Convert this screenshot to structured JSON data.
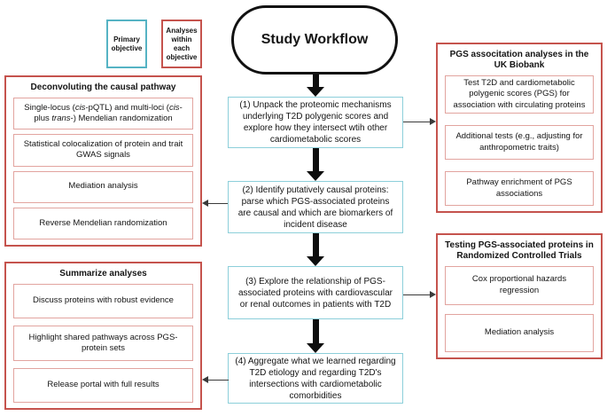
{
  "workflow": {
    "title": "Study Workflow"
  },
  "legend": {
    "primary_label": "Primary objective",
    "analyses_label": "Analyses within each objective"
  },
  "steps": [
    {
      "text": "(1) Unpack the proteomic mechanisms underlying T2D polygenic scores and explore how they intersect wtih other cardiometabolic scores"
    },
    {
      "text": "(2) Identify putatively causal proteins: parse which PGS-associated proteins are causal and which are biomarkers of incident disease"
    },
    {
      "text": "(3) Explore the relationship of PGS-associated proteins with cardiovascular or renal outcomes in patients with T2D"
    },
    {
      "text": "(4) Aggregate what we learned regarding T2D etiology and regarding T2D's intersections with cardiometabolic comorbidities"
    }
  ],
  "panels": {
    "causal_pathway": {
      "title": "Deconvoluting the causal pathway",
      "item1": {
        "p0": "Single-locus (",
        "p1": "cis",
        "p2": "-pQTL) and multi-loci (",
        "p3": "cis",
        "p4": "- plus ",
        "p5": "trans",
        "p6": "-) Mendelian randomization"
      },
      "items": [
        "Statistical colocalization of protein and trait GWAS signals",
        "Mediation analysis",
        "Reverse Mendelian randomization"
      ]
    },
    "summarize": {
      "title": "Summarize analyses",
      "items": [
        "Discuss proteins with robust evidence",
        "Highlight shared pathways across PGS-protein sets",
        "Release portal with full results"
      ]
    },
    "uk_biobank": {
      "title": "PGS associtation analyses in the UK Biobank",
      "items": [
        "Test T2D and cardiometabolic polygenic scores (PGS) for association with circulating proteins",
        "Additional tests (e.g., adjusting for anthropometric traits)",
        "Pathway enrichment of PGS associations"
      ]
    },
    "rct": {
      "title": "Testing PGS-associated proteins in Randomized Controlled Trials",
      "items": [
        "Cox proportional hazards regression",
        "Mediation analysis"
      ]
    }
  },
  "colors": {
    "primary_objective_outline": "#55b3c4",
    "step_outline": "#8ccfda",
    "analyses_outline": "#c5534d",
    "analysis_item_outline": "#e2a49f",
    "arrow": "#0d0d0d"
  }
}
